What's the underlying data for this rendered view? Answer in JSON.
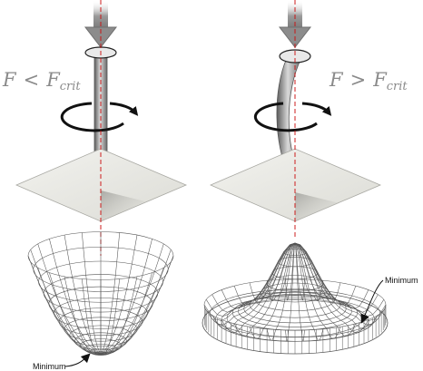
{
  "left_panel": {
    "condition": {
      "letter": "F",
      "relation": "<",
      "rhs_letter": "F",
      "rhs_subscript": "crit"
    },
    "minimum_label": "Minimum"
  },
  "right_panel": {
    "condition": {
      "letter": "F",
      "relation": ">",
      "rhs_letter": "F",
      "rhs_subscript": "crit"
    },
    "minimum_label": "Minimum"
  },
  "icons": [
    "force-arrow",
    "rotation-arrow",
    "rod",
    "surface-plane",
    "energy-bowl",
    "mexican-hat"
  ],
  "colors": {
    "axis_dash": "#cc1111",
    "arrow_fill": "#8c8c8c",
    "rod": "#777777",
    "plane": "#e9e9e4",
    "mesh_line": "#555555",
    "label_gray": "#8a8a8a"
  }
}
